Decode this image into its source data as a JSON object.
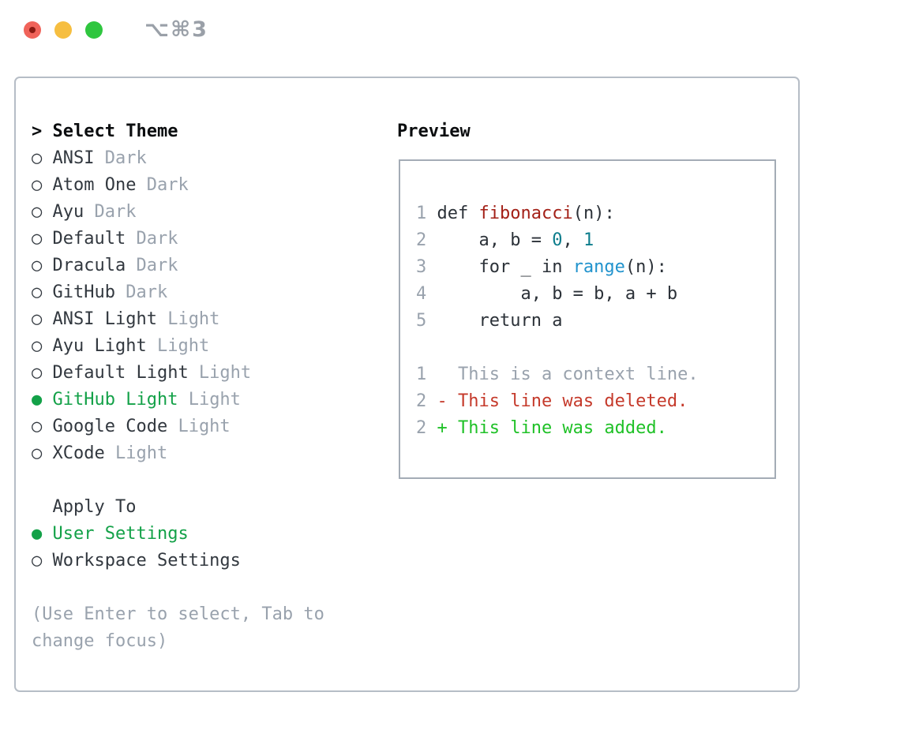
{
  "window": {
    "title": "⌥⌘3",
    "traffic_lights": [
      "close",
      "minimize",
      "zoom"
    ]
  },
  "colors": {
    "text-dark": "#32383f",
    "text-black": "#0b0d0f",
    "muted": "#99a2ad",
    "green": "#13a148",
    "green-bright": "#1fc127",
    "red-deleted": "#c53a2b",
    "red-function": "#a32017",
    "teal-number": "#0d7d8c",
    "blue-call": "#2193cd",
    "panel-border": "#b6bdc6",
    "preview-border": "#a4acb6",
    "light-red": "#f0635a",
    "light-red-dot": "#8a1a12",
    "light-yellow": "#f6be40",
    "light-green": "#2fc63f",
    "title-gray": "#9aa0a8"
  },
  "theme_panel": {
    "header_prefix": "> ",
    "header_label": "Select Theme",
    "markers": {
      "selected": "●",
      "unselected": "○"
    },
    "themes": [
      {
        "name": "ANSI",
        "variant": "Dark",
        "selected": false
      },
      {
        "name": "Atom One",
        "variant": "Dark",
        "selected": false
      },
      {
        "name": "Ayu",
        "variant": "Dark",
        "selected": false
      },
      {
        "name": "Default",
        "variant": "Dark",
        "selected": false
      },
      {
        "name": "Dracula",
        "variant": "Dark",
        "selected": false
      },
      {
        "name": "GitHub",
        "variant": "Dark",
        "selected": false
      },
      {
        "name": "ANSI Light",
        "variant": "Light",
        "selected": false
      },
      {
        "name": "Ayu Light",
        "variant": "Light",
        "selected": false
      },
      {
        "name": "Default Light",
        "variant": "Light",
        "selected": false
      },
      {
        "name": "GitHub Light",
        "variant": "Light",
        "selected": true
      },
      {
        "name": "Google Code",
        "variant": "Light",
        "selected": false
      },
      {
        "name": "XCode",
        "variant": "Light",
        "selected": false
      }
    ],
    "apply_to_label": "  Apply To",
    "apply_options": [
      {
        "label": "User Settings",
        "selected": true
      },
      {
        "label": "Workspace Settings",
        "selected": false
      }
    ],
    "hint_lines": [
      "(Use Enter to select, Tab to",
      "change focus)"
    ]
  },
  "preview": {
    "title": "Preview",
    "code_lines": [
      {
        "num": "1",
        "parts": [
          [
            "t",
            " def "
          ],
          [
            "fn",
            "fibonacci"
          ],
          [
            "t",
            "(n):"
          ]
        ]
      },
      {
        "num": "2",
        "parts": [
          [
            "t",
            "     a, b = "
          ],
          [
            "num",
            "0"
          ],
          [
            "t",
            ", "
          ],
          [
            "num",
            "1"
          ]
        ]
      },
      {
        "num": "3",
        "parts": [
          [
            "t",
            "     for _ in "
          ],
          [
            "call",
            "range"
          ],
          [
            "t",
            "(n):"
          ]
        ]
      },
      {
        "num": "4",
        "parts": [
          [
            "t",
            "         a, b = b, a + b"
          ]
        ]
      },
      {
        "num": "5",
        "parts": [
          [
            "t",
            "     return a"
          ]
        ]
      },
      {
        "num": "",
        "parts": []
      },
      {
        "num": "1",
        "parts": [
          [
            "ctx",
            "   This is a context line."
          ]
        ]
      },
      {
        "num": "2",
        "parts": [
          [
            "del",
            " - This line was deleted."
          ]
        ]
      },
      {
        "num": "2",
        "parts": [
          [
            "add",
            " + This line was added."
          ]
        ]
      }
    ]
  }
}
